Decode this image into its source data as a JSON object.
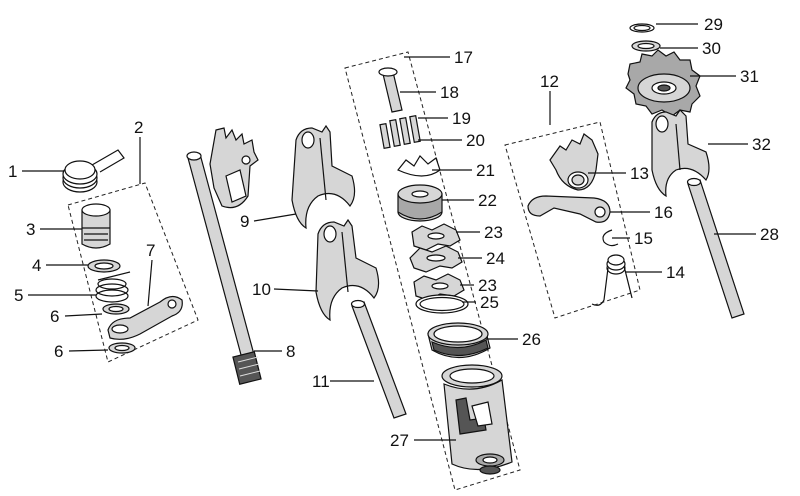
{
  "diagram": {
    "callouts": [
      {
        "id": "c1",
        "label": "1"
      },
      {
        "id": "c2",
        "label": "2"
      },
      {
        "id": "c3",
        "label": "3"
      },
      {
        "id": "c4",
        "label": "4"
      },
      {
        "id": "c5",
        "label": "5"
      },
      {
        "id": "c6a",
        "label": "6"
      },
      {
        "id": "c6b",
        "label": "6"
      },
      {
        "id": "c7",
        "label": "7"
      },
      {
        "id": "c8",
        "label": "8"
      },
      {
        "id": "c9",
        "label": "9"
      },
      {
        "id": "c10",
        "label": "10"
      },
      {
        "id": "c11",
        "label": "11"
      },
      {
        "id": "c12",
        "label": "12"
      },
      {
        "id": "c13",
        "label": "13"
      },
      {
        "id": "c14",
        "label": "14"
      },
      {
        "id": "c15",
        "label": "15"
      },
      {
        "id": "c16",
        "label": "16"
      },
      {
        "id": "c17",
        "label": "17"
      },
      {
        "id": "c18",
        "label": "18"
      },
      {
        "id": "c19",
        "label": "19"
      },
      {
        "id": "c20",
        "label": "20"
      },
      {
        "id": "c21",
        "label": "21"
      },
      {
        "id": "c22",
        "label": "22"
      },
      {
        "id": "c23a",
        "label": "23"
      },
      {
        "id": "c24",
        "label": "24"
      },
      {
        "id": "c23b",
        "label": "23"
      },
      {
        "id": "c25",
        "label": "25"
      },
      {
        "id": "c26",
        "label": "26"
      },
      {
        "id": "c27",
        "label": "27"
      },
      {
        "id": "c28",
        "label": "28"
      },
      {
        "id": "c29",
        "label": "29"
      },
      {
        "id": "c30",
        "label": "30"
      },
      {
        "id": "c31",
        "label": "31"
      },
      {
        "id": "c32",
        "label": "32"
      }
    ]
  }
}
